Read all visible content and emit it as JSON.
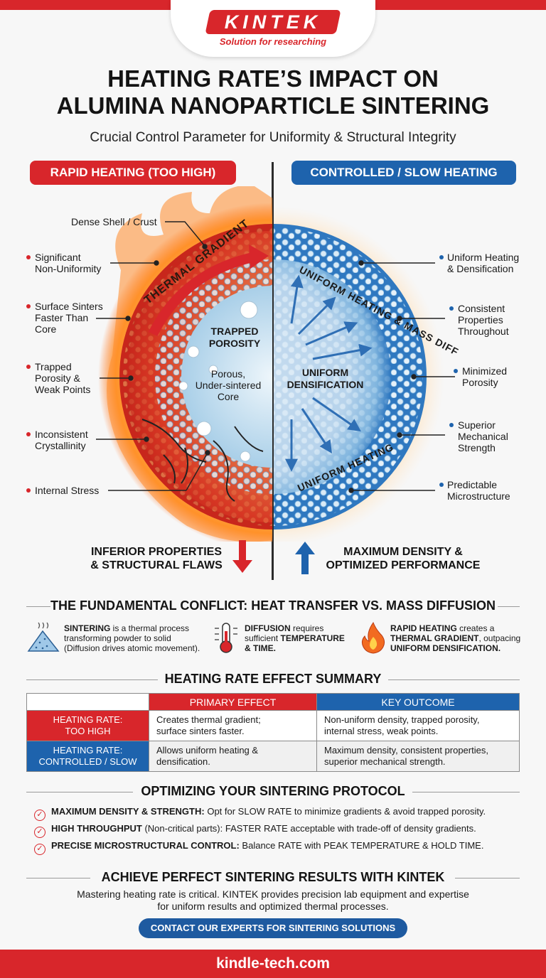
{
  "brand": {
    "logo": "KINTEK",
    "tagline": "Solution for researching",
    "red": "#d8262b",
    "blue": "#1e63ad"
  },
  "title_line1": "HEATING RATE’S IMPACT ON",
  "title_line2": "ALUMINA NANOPARTICLE SINTERING",
  "subtitle": "Crucial Control Parameter for Uniformity & Structural Integrity",
  "left": {
    "header": "RAPID HEATING (TOO HIGH)",
    "top_label": "Dense Shell / Crust",
    "labels": [
      [
        "Significant",
        "Non-Uniformity"
      ],
      [
        "Surface Sinters",
        "Faster Than",
        "Core"
      ],
      [
        "Trapped",
        "Porosity &",
        "Weak Points"
      ],
      [
        "Inconsistent",
        "Crystallinity"
      ],
      [
        "Internal Stress"
      ]
    ],
    "gradient_text": "THERMAL GRADIENT",
    "core_title": [
      "TRAPPED",
      "POROSITY"
    ],
    "core_text": [
      "Porous,",
      "Under-sintered",
      "Core"
    ],
    "bottom": [
      "INFERIOR PROPERTIES",
      "& STRUCTURAL FLAWS"
    ]
  },
  "right": {
    "header": "CONTROLLED / SLOW HEATING",
    "labels": [
      [
        "Uniform Heating",
        "& Densification"
      ],
      [
        "Consistent",
        "Properties",
        "Throughout"
      ],
      [
        "Minimized",
        "Porosity"
      ],
      [
        "Superior",
        "Mechanical",
        "Strength"
      ],
      [
        "Predictable",
        "Microstructure"
      ]
    ],
    "arc_text_top": "UNIFORM HEATING & MASS DIFF",
    "arc_text_bottom": "UNIFORM HEATING",
    "center": [
      "UNIFORM",
      "DENSIFICATION"
    ],
    "bottom": [
      "MAXIMUM DENSITY &",
      "OPTIMIZED PERFORMANCE"
    ]
  },
  "conflict": {
    "title": "THE FUNDAMENTAL CONFLICT: HEAT TRANSFER VS. MASS DIFFUSION",
    "items": [
      {
        "icon": "powder-pile-icon",
        "bold": "SINTERING",
        "text1": " is a thermal process",
        "line2": "transforming powder to solid",
        "line3": "(Diffusion drives atomic movement)."
      },
      {
        "icon": "thermometer-icon",
        "bold": "DIFFUSION",
        "text1": " requires",
        "line2": "sufficient ",
        "bold2": "TEMPERATURE",
        "line3b": "& TIME."
      },
      {
        "icon": "flame-icon",
        "bold": "RAPID HEATING",
        "text1": " creates a",
        "bold2": "THERMAL GRADIENT",
        "line2rest": ", outpacing",
        "line3b": "UNIFORM DENSIFICATION."
      }
    ]
  },
  "summary": {
    "title": "HEATING RATE EFFECT SUMMARY",
    "headers": [
      "",
      "PRIMARY EFFECT",
      "KEY OUTCOME"
    ],
    "rows": [
      {
        "label": [
          "HEATING RATE:",
          "TOO HIGH"
        ],
        "effect": [
          "Creates thermal gradient;",
          "surface sinters faster."
        ],
        "outcome": [
          "Non-uniform density, trapped porosity,",
          "internal stress, weak points."
        ]
      },
      {
        "label": [
          "HEATING RATE:",
          "CONTROLLED / SLOW"
        ],
        "effect": [
          "Allows uniform heating &",
          "densification."
        ],
        "outcome": [
          "Maximum density, consistent properties,",
          "superior mechanical strength."
        ]
      }
    ]
  },
  "optimize": {
    "title": "OPTIMIZING YOUR SINTERING PROTOCOL",
    "items": [
      {
        "bold": "MAXIMUM DENSITY & STRENGTH:",
        "text": " Opt for SLOW RATE to minimize gradients & avoid trapped porosity."
      },
      {
        "bold": "HIGH THROUGHPUT",
        "text": " (Non-critical parts): FASTER RATE acceptable with trade-off of density gradients."
      },
      {
        "bold": "PRECISE MICROSTRUCTURAL CONTROL:",
        "text": " Balance RATE with PEAK TEMPERATURE & HOLD TIME."
      }
    ]
  },
  "cta_section": {
    "title": "ACHIEVE PERFECT SINTERING RESULTS WITH KINTEK",
    "line1": "Mastering heating rate is critical. KINTEK provides precision lab equipment and expertise",
    "line2": "for uniform results and optimized thermal processes.",
    "button": "CONTACT OUR EXPERTS FOR SINTERING SOLUTIONS"
  },
  "footer": "kindle-tech.com"
}
